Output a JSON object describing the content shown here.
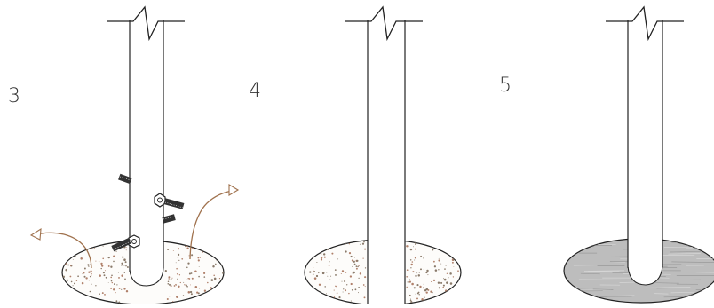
{
  "steps": [
    {
      "number": "3",
      "base": "concrete",
      "bolts": true,
      "arrows": true
    },
    {
      "number": "4",
      "base": "concrete",
      "bolts": false,
      "arrows": false
    },
    {
      "number": "5",
      "base": "grey-finished",
      "bolts": false,
      "arrows": false
    }
  ],
  "colors": {
    "line": "#222222",
    "arrow": "#a0724e",
    "concrete_fill": "#fdfcfa",
    "concrete_speck": "#8a7a6a",
    "finished_fill": "#bdbdbd",
    "finished_stroke": "#999999",
    "bolt": "#222222"
  },
  "icons": [
    "break-line-icon",
    "bolt-icon",
    "removal-arrow-icon"
  ]
}
